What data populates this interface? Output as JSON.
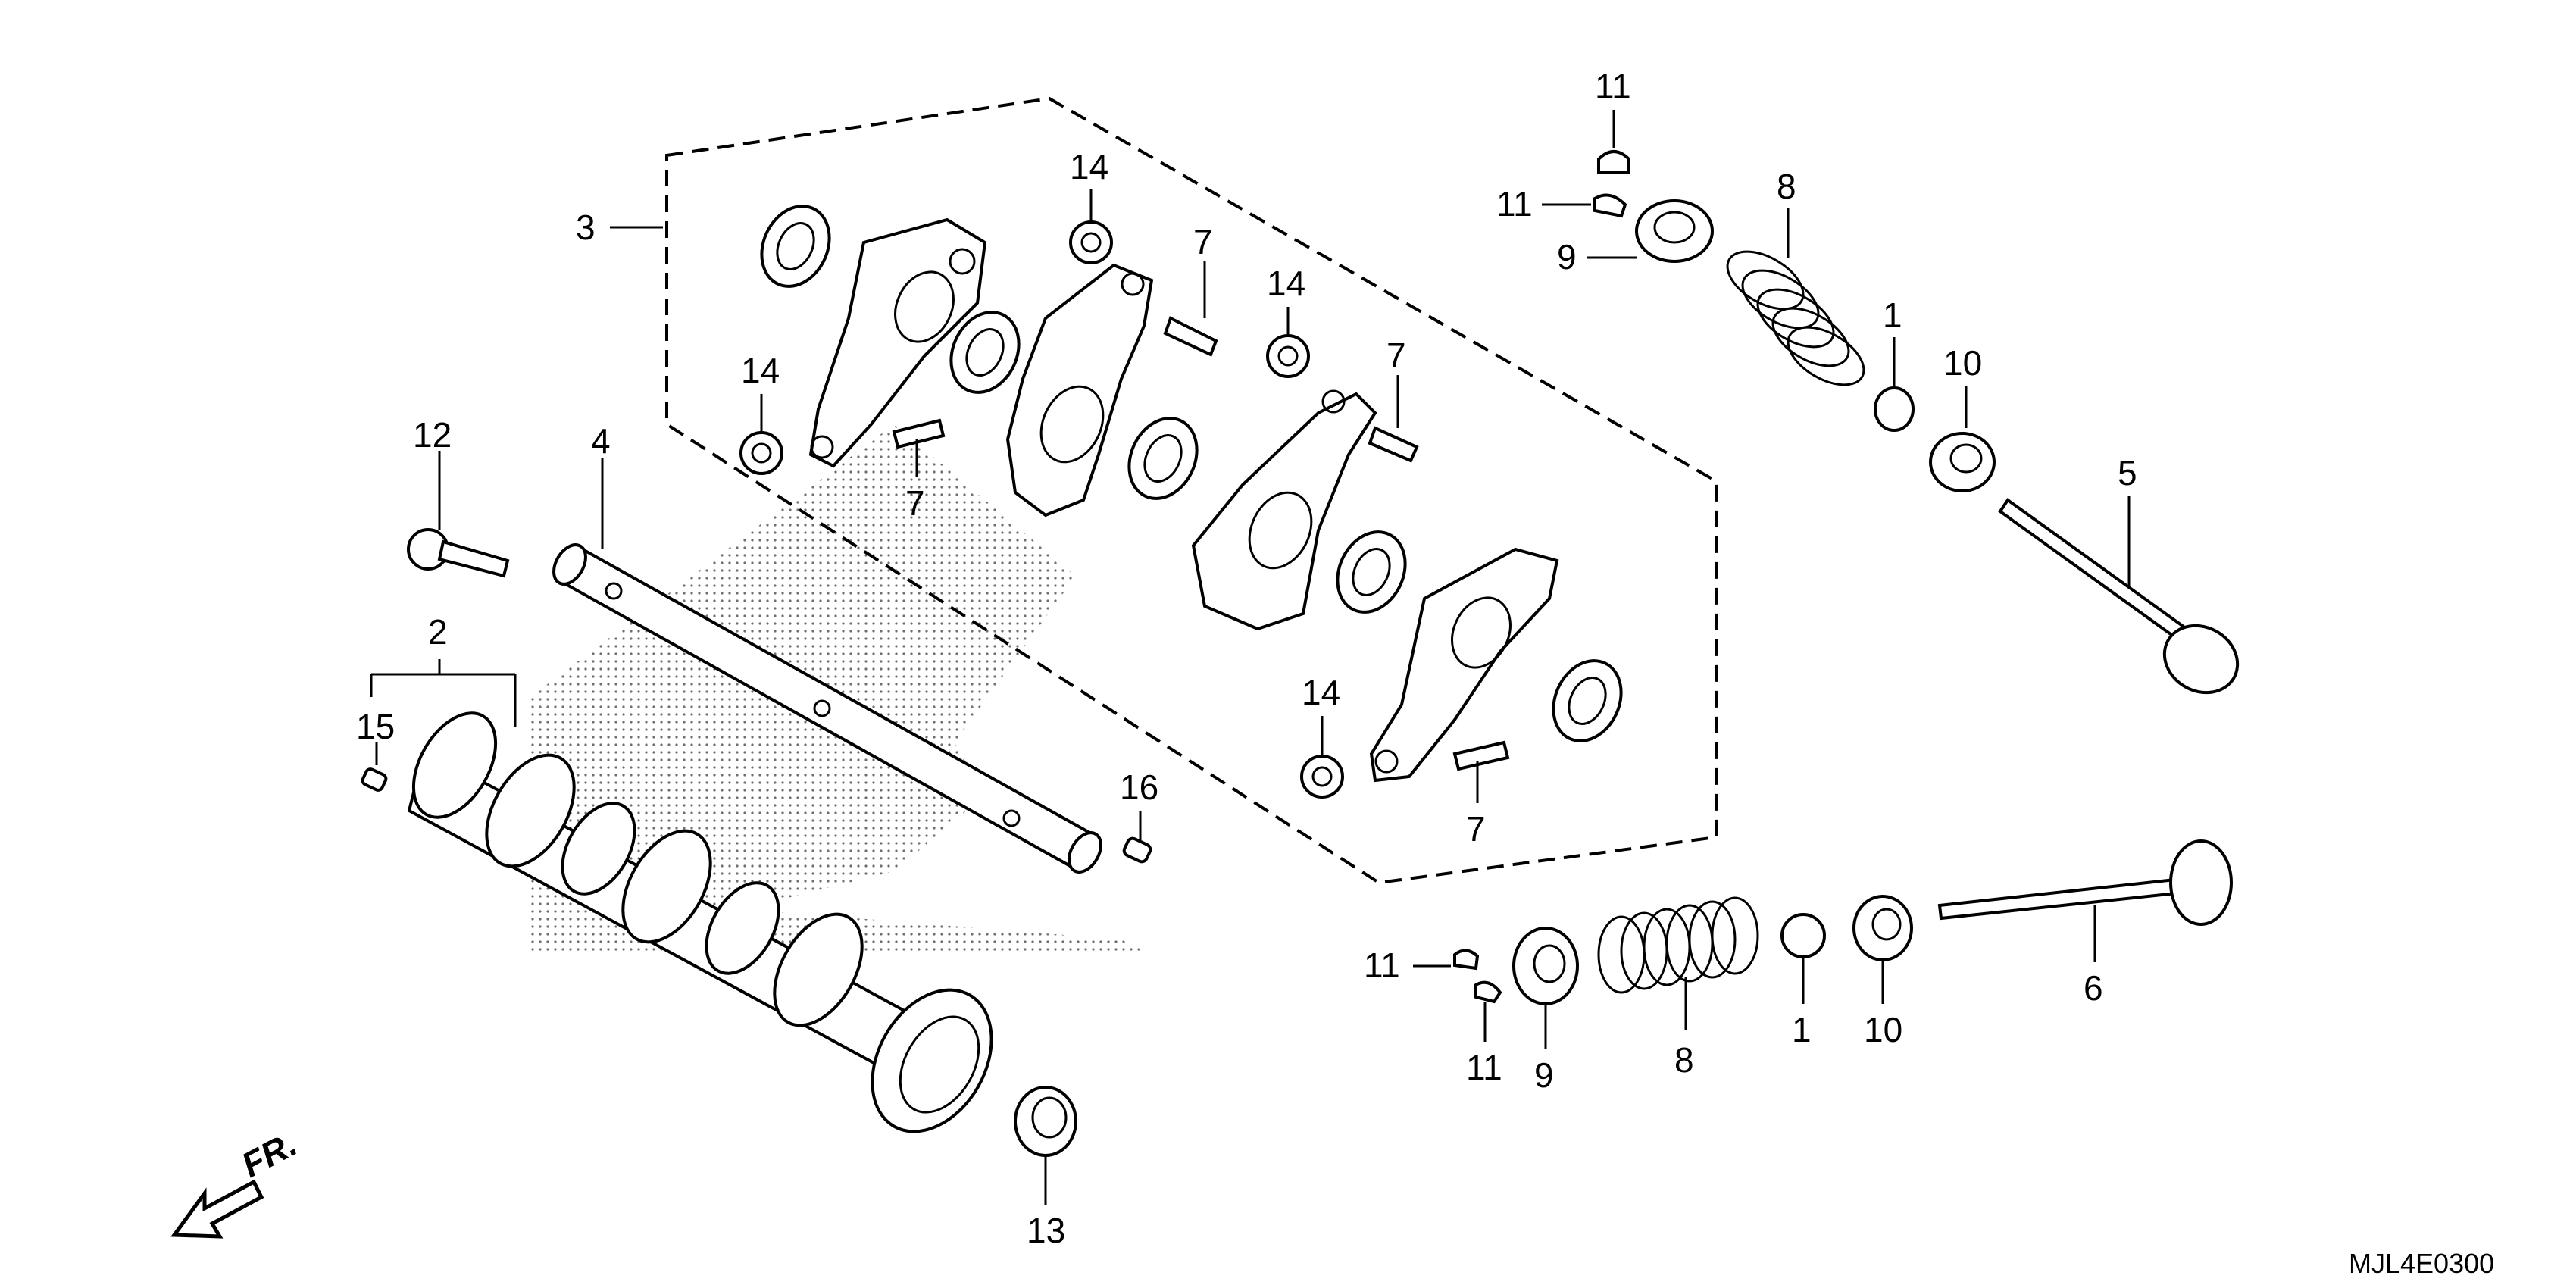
{
  "diagram": {
    "code": "MJL4E0300",
    "front_marker": "FR.",
    "callouts": {
      "c1a": "1",
      "c1b": "1",
      "c2": "2",
      "c3": "3",
      "c4": "4",
      "c5": "5",
      "c6": "6",
      "c7a": "7",
      "c7b": "7",
      "c7c": "7",
      "c7d": "7",
      "c8a": "8",
      "c8b": "8",
      "c9a": "9",
      "c9b": "9",
      "c10a": "10",
      "c10b": "10",
      "c11a": "11",
      "c11b": "11",
      "c11c": "11",
      "c11d": "11",
      "c12": "12",
      "c13": "13",
      "c14a": "14",
      "c14b": "14",
      "c14c": "14",
      "c14d": "14",
      "c15": "15",
      "c16": "16"
    }
  }
}
